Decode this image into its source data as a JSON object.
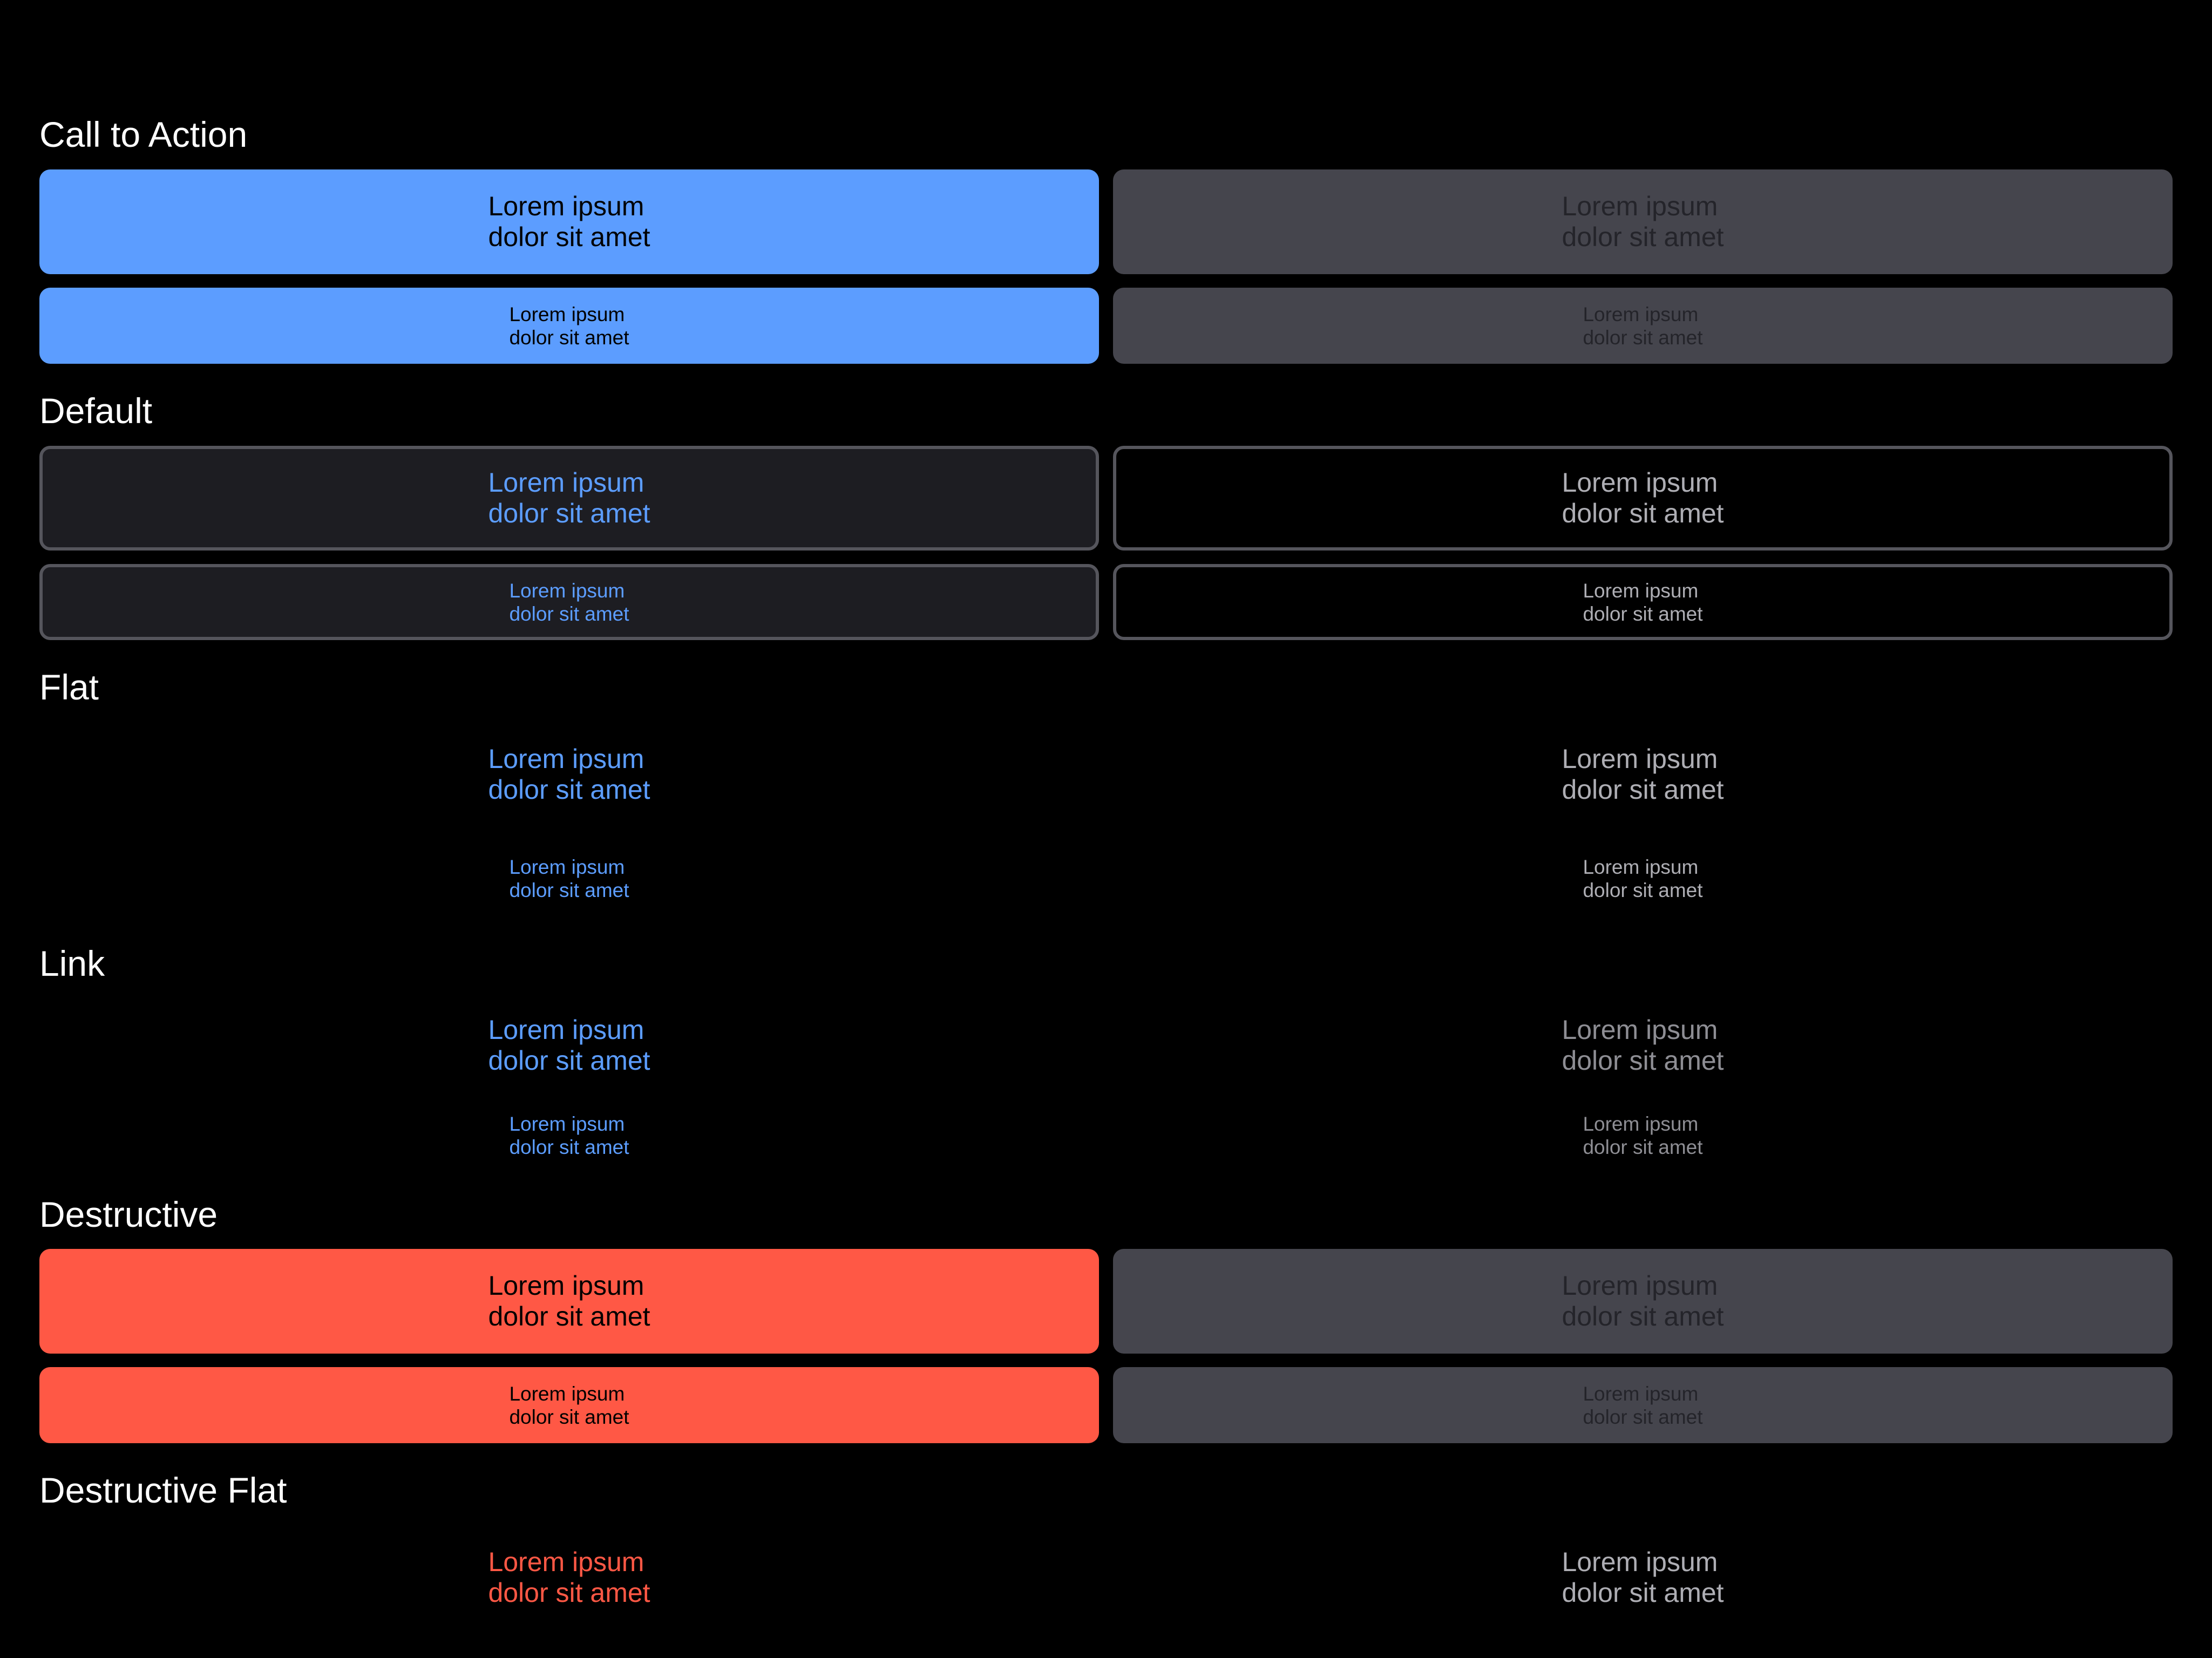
{
  "colors": {
    "background": "#000000",
    "accent_blue": "#5c9dff",
    "destructive_red": "#ff5845",
    "disabled_fill": "#45454d",
    "disabled_text": "#24242a",
    "default_fill": "#1d1d22",
    "default_border": "#55555c",
    "secondary_text": "#aeaeb4"
  },
  "sections": {
    "call_to_action": "Call to Action",
    "default": "Default",
    "flat": "Flat",
    "link": "Link",
    "destructive": "Destructive",
    "destructive_flat": "Destructive Flat"
  },
  "button": {
    "line1": "Lorem ipsum",
    "line2": "dolor sit amet"
  }
}
